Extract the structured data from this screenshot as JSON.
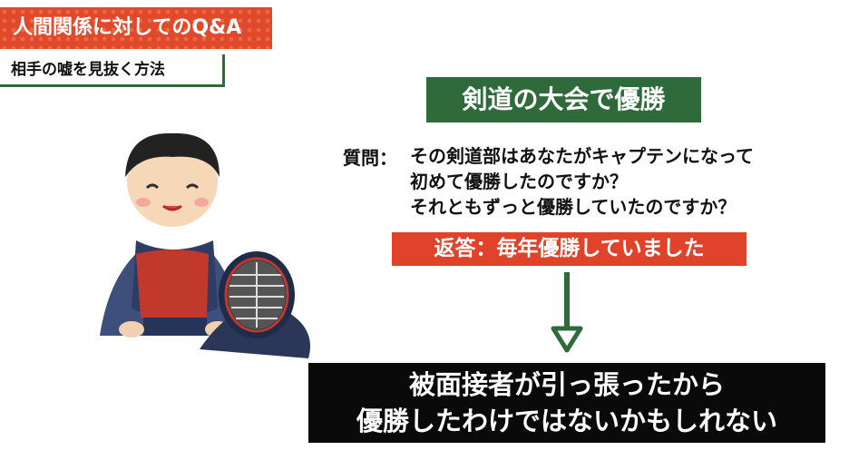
{
  "header": {
    "title": "人間関係に対してのQ&A",
    "subtitle": "相手の嘘を見抜く方法"
  },
  "topic": "剣道の大会で優勝",
  "question": {
    "label": "質問：",
    "lines": [
      "その剣道部はあなたがキャプテンになって",
      "初めて優勝したのですか？",
      "それともずっと優勝していたのですか？"
    ]
  },
  "answer": "返答：毎年優勝していました",
  "conclusion": {
    "lines": [
      "被面接者が引っ張ったから",
      "優勝したわけではないかもしれない"
    ]
  },
  "colors": {
    "red": "#e0432a",
    "green": "#2f6a3a",
    "black": "#0a0a0a"
  }
}
